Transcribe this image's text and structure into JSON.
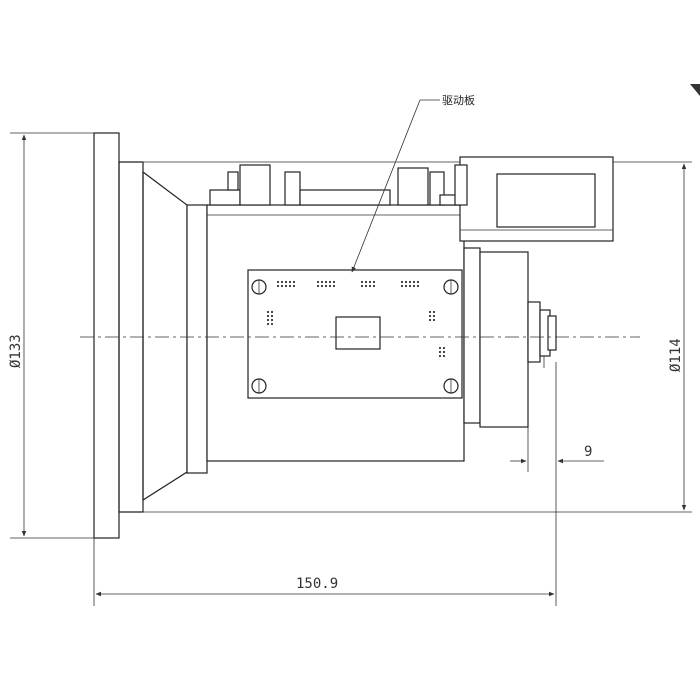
{
  "annotations": {
    "drive_board": "驱动板"
  },
  "dimensions": {
    "flange_diameter": "Ø133",
    "body_diameter": "Ø114",
    "overall_length": "150.9",
    "connector_offset": "9"
  },
  "colors": {
    "line": "#222222",
    "background": "#ffffff"
  }
}
